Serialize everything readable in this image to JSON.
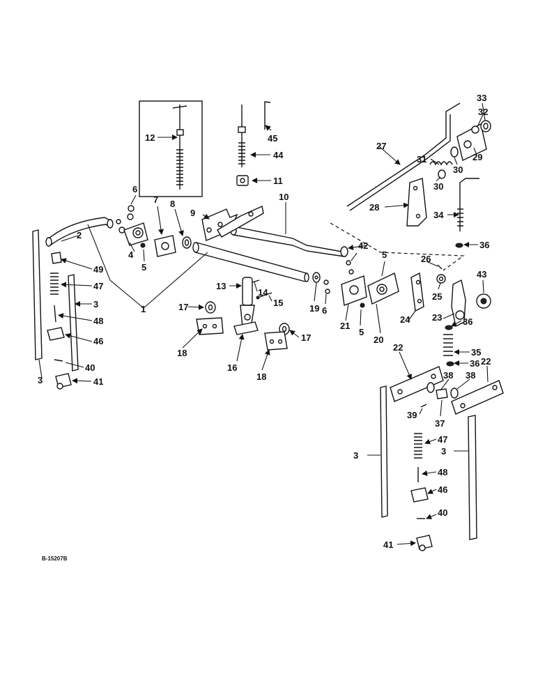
{
  "drawing_ref": "B-15207B",
  "callouts": [
    "1",
    "2",
    "3",
    "3",
    "3",
    "3",
    "4",
    "5",
    "5",
    "5",
    "6",
    "6",
    "7",
    "8",
    "9",
    "10",
    "11",
    "12",
    "13",
    "14",
    "15",
    "16",
    "17",
    "17",
    "18",
    "18",
    "19",
    "20",
    "21",
    "22",
    "22",
    "23",
    "24",
    "25",
    "26",
    "27",
    "28",
    "29",
    "30",
    "30",
    "31",
    "32",
    "33",
    "34",
    "35",
    "36",
    "36",
    "36",
    "37",
    "38",
    "38",
    "39",
    "40",
    "40",
    "41",
    "41",
    "42",
    "43",
    "44",
    "45",
    "46",
    "46",
    "47",
    "47",
    "48",
    "48",
    "49"
  ],
  "colors": {
    "ink": "#111111",
    "paper": "#ffffff"
  }
}
